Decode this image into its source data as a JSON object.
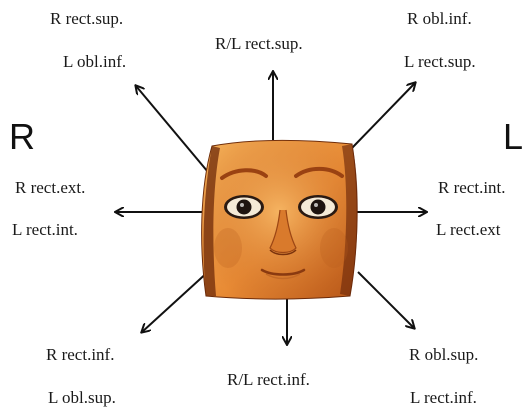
{
  "side_labels": {
    "left": "R",
    "right": "L"
  },
  "directions": {
    "up_left": {
      "line1": "R rect.sup.",
      "line2": "L obl.inf."
    },
    "up": {
      "line1": "R/L rect.sup."
    },
    "up_right": {
      "line1": "R obl.inf.",
      "line2": "L rect.sup."
    },
    "left": {
      "line1": "R rect.ext.",
      "line2": "L rect.int."
    },
    "right": {
      "line1": "R rect.int.",
      "line2": "L rect.ext"
    },
    "down_left": {
      "line1": "R rect.inf.",
      "line2": "L obl.sup."
    },
    "down": {
      "line1": "R/L rect.inf."
    },
    "down_right": {
      "line1": "R obl.sup.",
      "line2": "L rect.inf."
    }
  },
  "colors": {
    "arrow": "#111111",
    "face_skin_light": "#f0a24a",
    "face_skin_dark": "#8a3a10",
    "eye_dark": "#1e1410"
  }
}
